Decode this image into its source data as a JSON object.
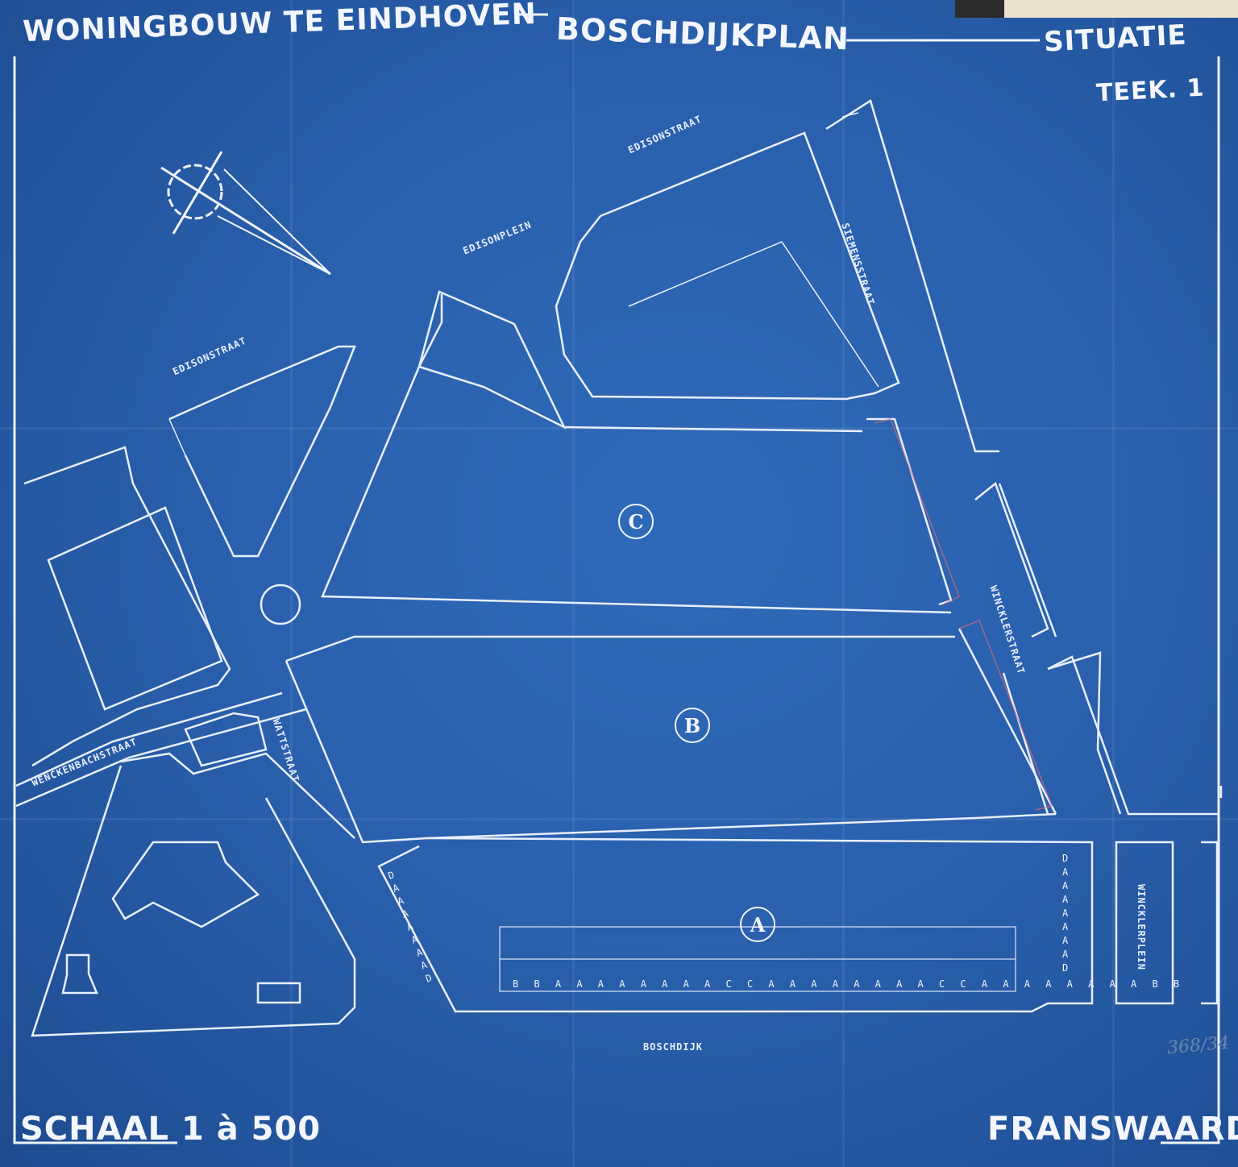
{
  "titles": {
    "project": "WONINGBOUW TE EINDHOVEN",
    "plan": "BOSCHDIJKPLAN",
    "sheet": "SITUATIE",
    "drawing_no": "TEEK. 1",
    "scale": "SCHAAL 1 à 500",
    "architect": "FRANSWAARD"
  },
  "streets": {
    "edison_top": "EDISONSTRAAT",
    "edison_plein": "EDISONPLEIN",
    "edison_left": "EDISONSTRAAT",
    "siemens": "SIEMENSSTRAAT",
    "winckler": "WINCKLERSTRAAT",
    "winckler_plein": "WINCKLERPLEIN",
    "watt": "WATTSTRAAT",
    "wenckenbach": "WENCKENBACHSTRAAT",
    "boschdijk": "BOSCHDIJK"
  },
  "blocks": {
    "a": "A",
    "b": "B",
    "c": "C"
  },
  "unit_rows": {
    "south_row": "B B A A A A A A A A C C A A A A A A A A C C A A A A A A A A B B",
    "west_col": [
      "D",
      "A",
      "A",
      "A",
      "A",
      "A",
      "A",
      "A",
      "D"
    ],
    "east_col": [
      "D",
      "A",
      "A",
      "A",
      "A",
      "A",
      "A",
      "A",
      "D"
    ]
  },
  "archive_mark": "368/34"
}
